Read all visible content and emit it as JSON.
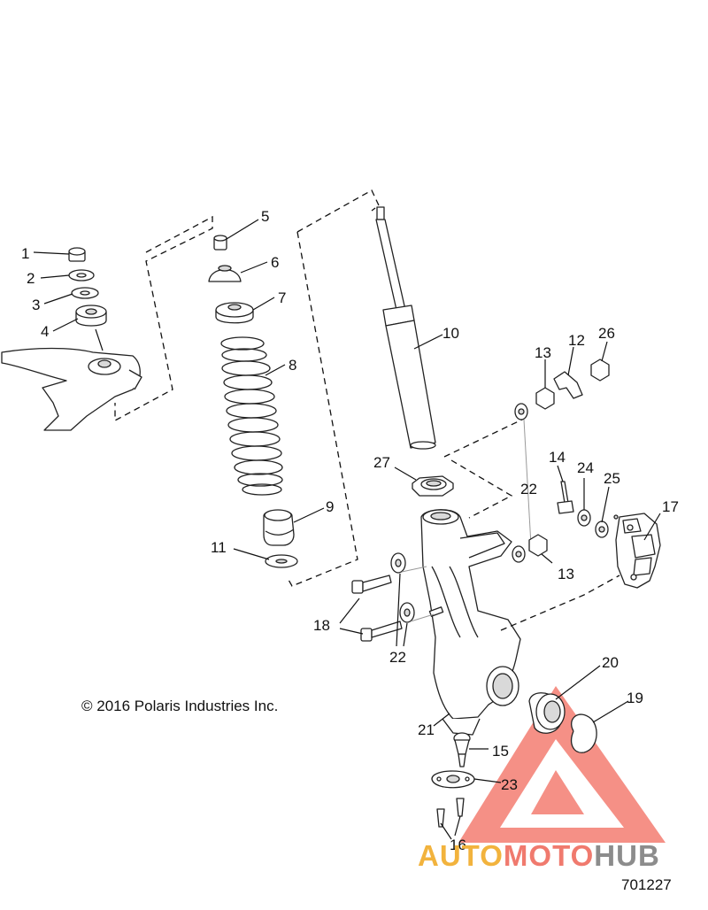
{
  "copyright": "© 2016 Polaris Industries Inc.",
  "drawing_number": "701227",
  "watermark": {
    "part1": "AUTO",
    "part2": "MOTO",
    "part3": "HUB"
  },
  "callouts": {
    "c1": "1",
    "c2": "2",
    "c3": "3",
    "c4": "4",
    "c5": "5",
    "c6": "6",
    "c7": "7",
    "c8": "8",
    "c9": "9",
    "c10": "10",
    "c11": "11",
    "c12": "12",
    "c13a": "13",
    "c13b": "13",
    "c14": "14",
    "c15": "15",
    "c16": "16",
    "c17": "17",
    "c18": "18",
    "c19": "19",
    "c20": "20",
    "c21": "21",
    "c22a": "22",
    "c22b": "22",
    "c23": "23",
    "c24": "24",
    "c25": "25",
    "c26": "26",
    "c27": "27"
  },
  "colors": {
    "line": "#222222",
    "watermark_triangle": "#f26b5e",
    "watermark_auto": "#f2b33d",
    "watermark_hub": "#8c8c8c"
  }
}
